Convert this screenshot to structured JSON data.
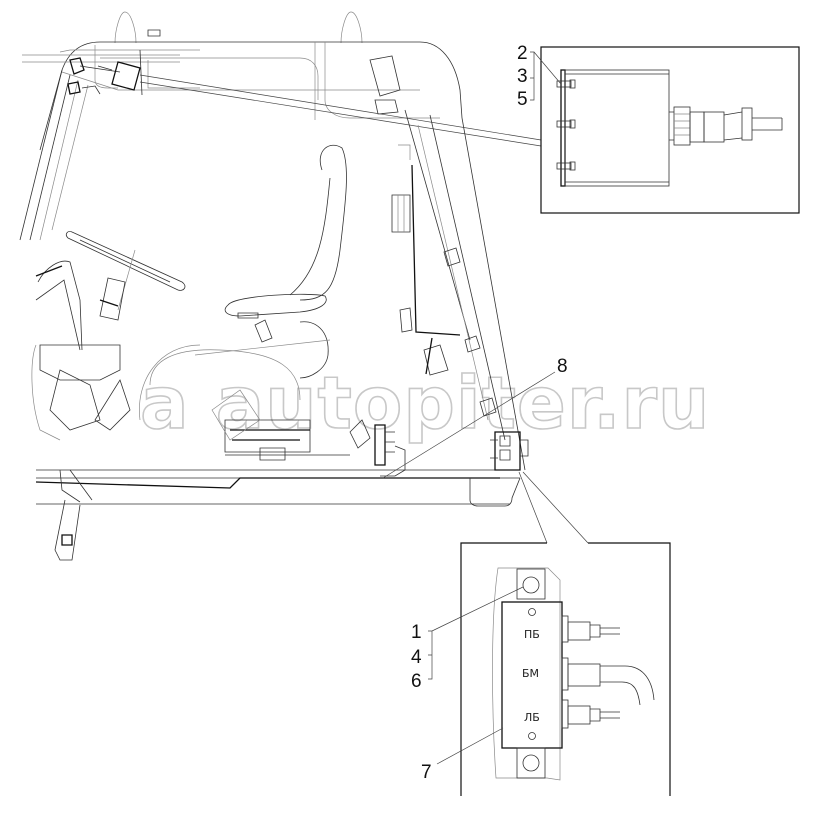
{
  "diagram": {
    "subject": "Tractor cab side view with electrical wiring harness",
    "watermark": "a autopiter.ru",
    "callouts": {
      "top_detail": [
        "2",
        "3",
        "5"
      ],
      "bottom_detail": [
        "1",
        "4",
        "6"
      ],
      "bottom_detail_7": "7",
      "main_8": "8"
    },
    "junction_block": {
      "labels": [
        "ПБ",
        "БМ",
        "ЛБ"
      ]
    },
    "colors": {
      "line": "#333333",
      "light_line": "#8a8a8a",
      "frame": "#111111",
      "watermark": "#c8c8c8",
      "background": "#ffffff"
    }
  }
}
